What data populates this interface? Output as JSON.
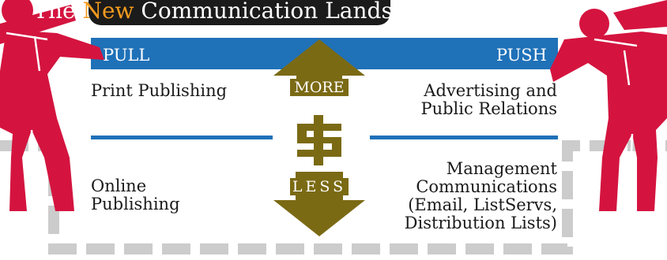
{
  "title": {
    "prefix": "The ",
    "highlight": "New",
    "suffix": " Communication Landscape"
  },
  "colors": {
    "blue": "#1f71b8",
    "olive": "#7b6a14",
    "red": "#d4143f",
    "dark": "#1b1b1b",
    "accent": "#f39a1e",
    "dashed": "#cccccc"
  },
  "bar": {
    "pull": "PULL",
    "push": "PUSH"
  },
  "quadrants": {
    "top_left": "Print Publishing",
    "top_right": [
      "Advertising and",
      "Public Relations"
    ],
    "bottom_left": [
      "Online",
      "Publishing"
    ],
    "bottom_right": [
      "Management",
      "Communications",
      "(Email, ListServs,",
      "Distribution Lists)"
    ]
  },
  "arrows": {
    "up": "MORE",
    "down": "LESS"
  },
  "icons": {
    "center": "dollar-icon",
    "left_figure": "person-pulling-icon",
    "right_figure": "person-pushing-icon"
  }
}
